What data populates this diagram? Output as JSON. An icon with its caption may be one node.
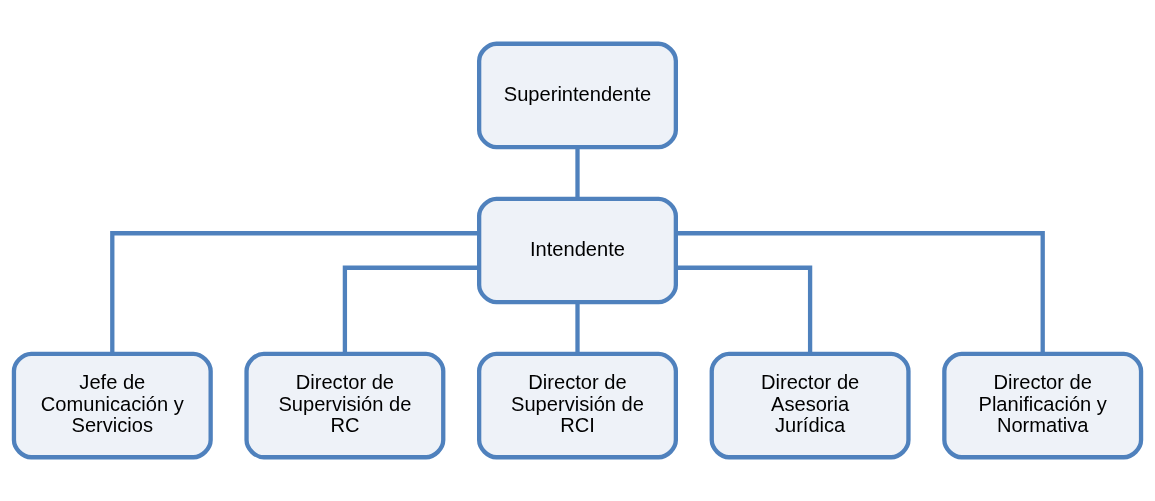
{
  "diagram": {
    "nodes": [
      {
        "text": [
          "Superintendente"
        ]
      },
      {
        "text": [
          "Intendente"
        ]
      },
      {
        "text": [
          "Jefe de Comunicación y Servicios"
        ]
      },
      {
        "text": [
          "Director de Supervisión de RC"
        ]
      },
      {
        "text": [
          "Director de Supervisión de RCI"
        ]
      },
      {
        "text": [
          "Director de Asesoria Jurídica"
        ]
      },
      {
        "text": [
          "Director de Planificación y Normativa"
        ]
      }
    ],
    "edges": [
      {
        "from": 0,
        "to": 1,
        "arrow": "none"
      },
      {
        "from": 1,
        "to": 2,
        "arrow": "none"
      },
      {
        "from": 1,
        "to": 3,
        "arrow": "none"
      },
      {
        "from": 1,
        "to": 4,
        "arrow": "none"
      },
      {
        "from": 1,
        "to": 5,
        "arrow": "none"
      },
      {
        "from": 1,
        "to": 6,
        "arrow": "none"
      }
    ]
  }
}
